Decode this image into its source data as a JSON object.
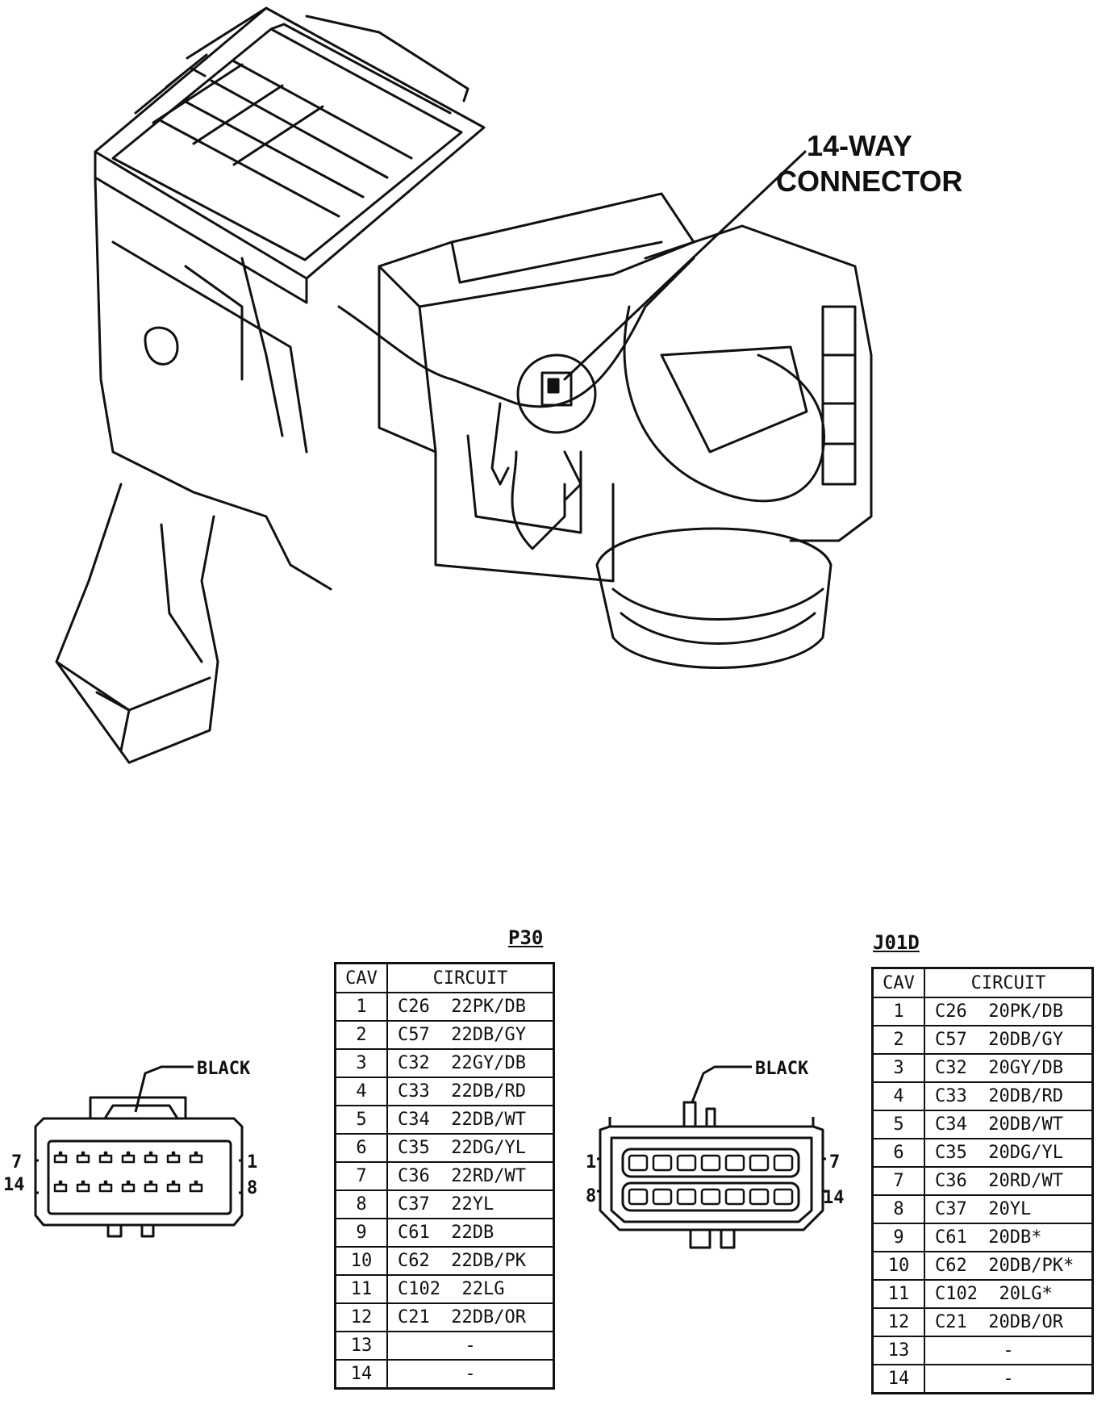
{
  "callout": {
    "line1": "14-WAY",
    "line2": "CONNECTOR"
  },
  "connector_left": {
    "title": "P30",
    "color_label": "BLACK",
    "pin_labels": {
      "top_left": "7",
      "bottom_left": "14",
      "top_right": "1",
      "bottom_right": "8"
    },
    "table": {
      "headers": [
        "CAV",
        "CIRCUIT"
      ],
      "rows": [
        [
          "1",
          "C26  22PK/DB"
        ],
        [
          "2",
          "C57  22DB/GY"
        ],
        [
          "3",
          "C32  22GY/DB"
        ],
        [
          "4",
          "C33  22DB/RD"
        ],
        [
          "5",
          "C34  22DB/WT"
        ],
        [
          "6",
          "C35  22DG/YL"
        ],
        [
          "7",
          "C36  22RD/WT"
        ],
        [
          "8",
          "C37  22YL"
        ],
        [
          "9",
          "C61  22DB"
        ],
        [
          "10",
          "C62  22DB/PK"
        ],
        [
          "11",
          "C102  22LG"
        ],
        [
          "12",
          "C21  22DB/OR"
        ],
        [
          "13",
          "-"
        ],
        [
          "14",
          "-"
        ]
      ]
    }
  },
  "connector_right": {
    "title": "J01D",
    "color_label": "BLACK",
    "pin_labels": {
      "top_left": "1",
      "bottom_left": "8",
      "top_right": "7",
      "bottom_right": "14"
    },
    "table": {
      "headers": [
        "CAV",
        "CIRCUIT"
      ],
      "rows": [
        [
          "1",
          "C26  20PK/DB"
        ],
        [
          "2",
          "C57  20DB/GY"
        ],
        [
          "3",
          "C32  20GY/DB"
        ],
        [
          "4",
          "C33  20DB/RD"
        ],
        [
          "5",
          "C34  20DB/WT"
        ],
        [
          "6",
          "C35  20DG/YL"
        ],
        [
          "7",
          "C36  20RD/WT"
        ],
        [
          "8",
          "C37  20YL"
        ],
        [
          "9",
          "C61  20DB*"
        ],
        [
          "10",
          "C62  20DB/PK*"
        ],
        [
          "11",
          "C102  20LG*"
        ],
        [
          "12",
          "C21  20DB/OR"
        ],
        [
          "13",
          "-"
        ],
        [
          "14",
          "-"
        ]
      ]
    }
  }
}
